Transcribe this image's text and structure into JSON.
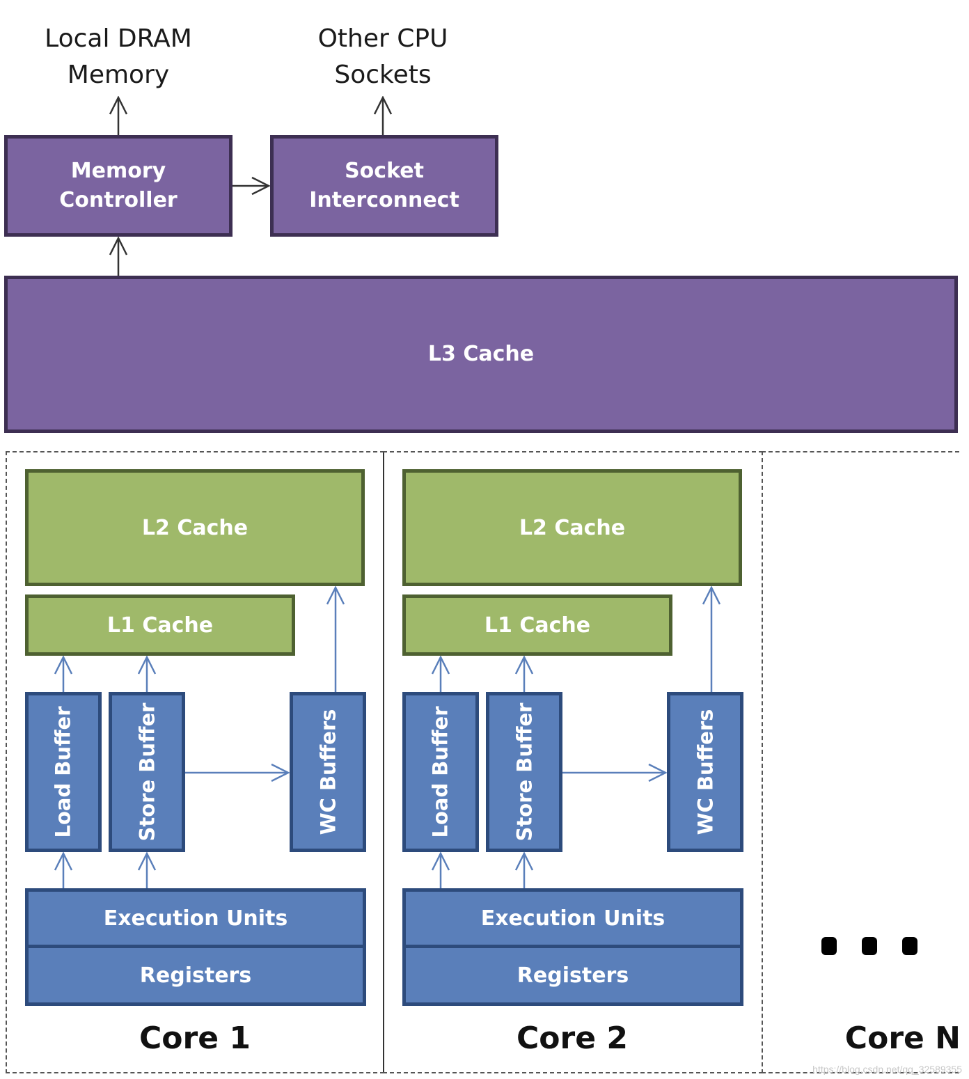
{
  "top_labels": {
    "local_dram": "Local DRAM\nMemory",
    "other_cpu": "Other CPU\nSockets"
  },
  "uncore": {
    "memory_controller": "Memory\nController",
    "socket_interconnect": "Socket\nInterconnect",
    "l3_cache": "L3 Cache"
  },
  "cores": [
    {
      "l2_cache": "L2 Cache",
      "l1_cache": "L1 Cache",
      "load_buffer": "Load Buffer",
      "store_buffer": "Store Buffer",
      "wc_buffers": "WC Buffers",
      "execution_units": "Execution Units",
      "registers": "Registers",
      "label": "Core 1"
    },
    {
      "l2_cache": "L2 Cache",
      "l1_cache": "L1 Cache",
      "load_buffer": "Load Buffer",
      "store_buffer": "Store Buffer",
      "wc_buffers": "WC Buffers",
      "execution_units": "Execution Units",
      "registers": "Registers",
      "label": "Core 2"
    }
  ],
  "core_n": {
    "label": "Core N"
  },
  "watermark": "https://blog.csdn.net/qq_32589355",
  "colors": {
    "uncore_fill": "#7b64a0",
    "cache_fill": "#9fb96a",
    "core_unit_fill": "#5a7fba",
    "arrow_dark": "#333333",
    "arrow_blue": "#5a7fba"
  }
}
